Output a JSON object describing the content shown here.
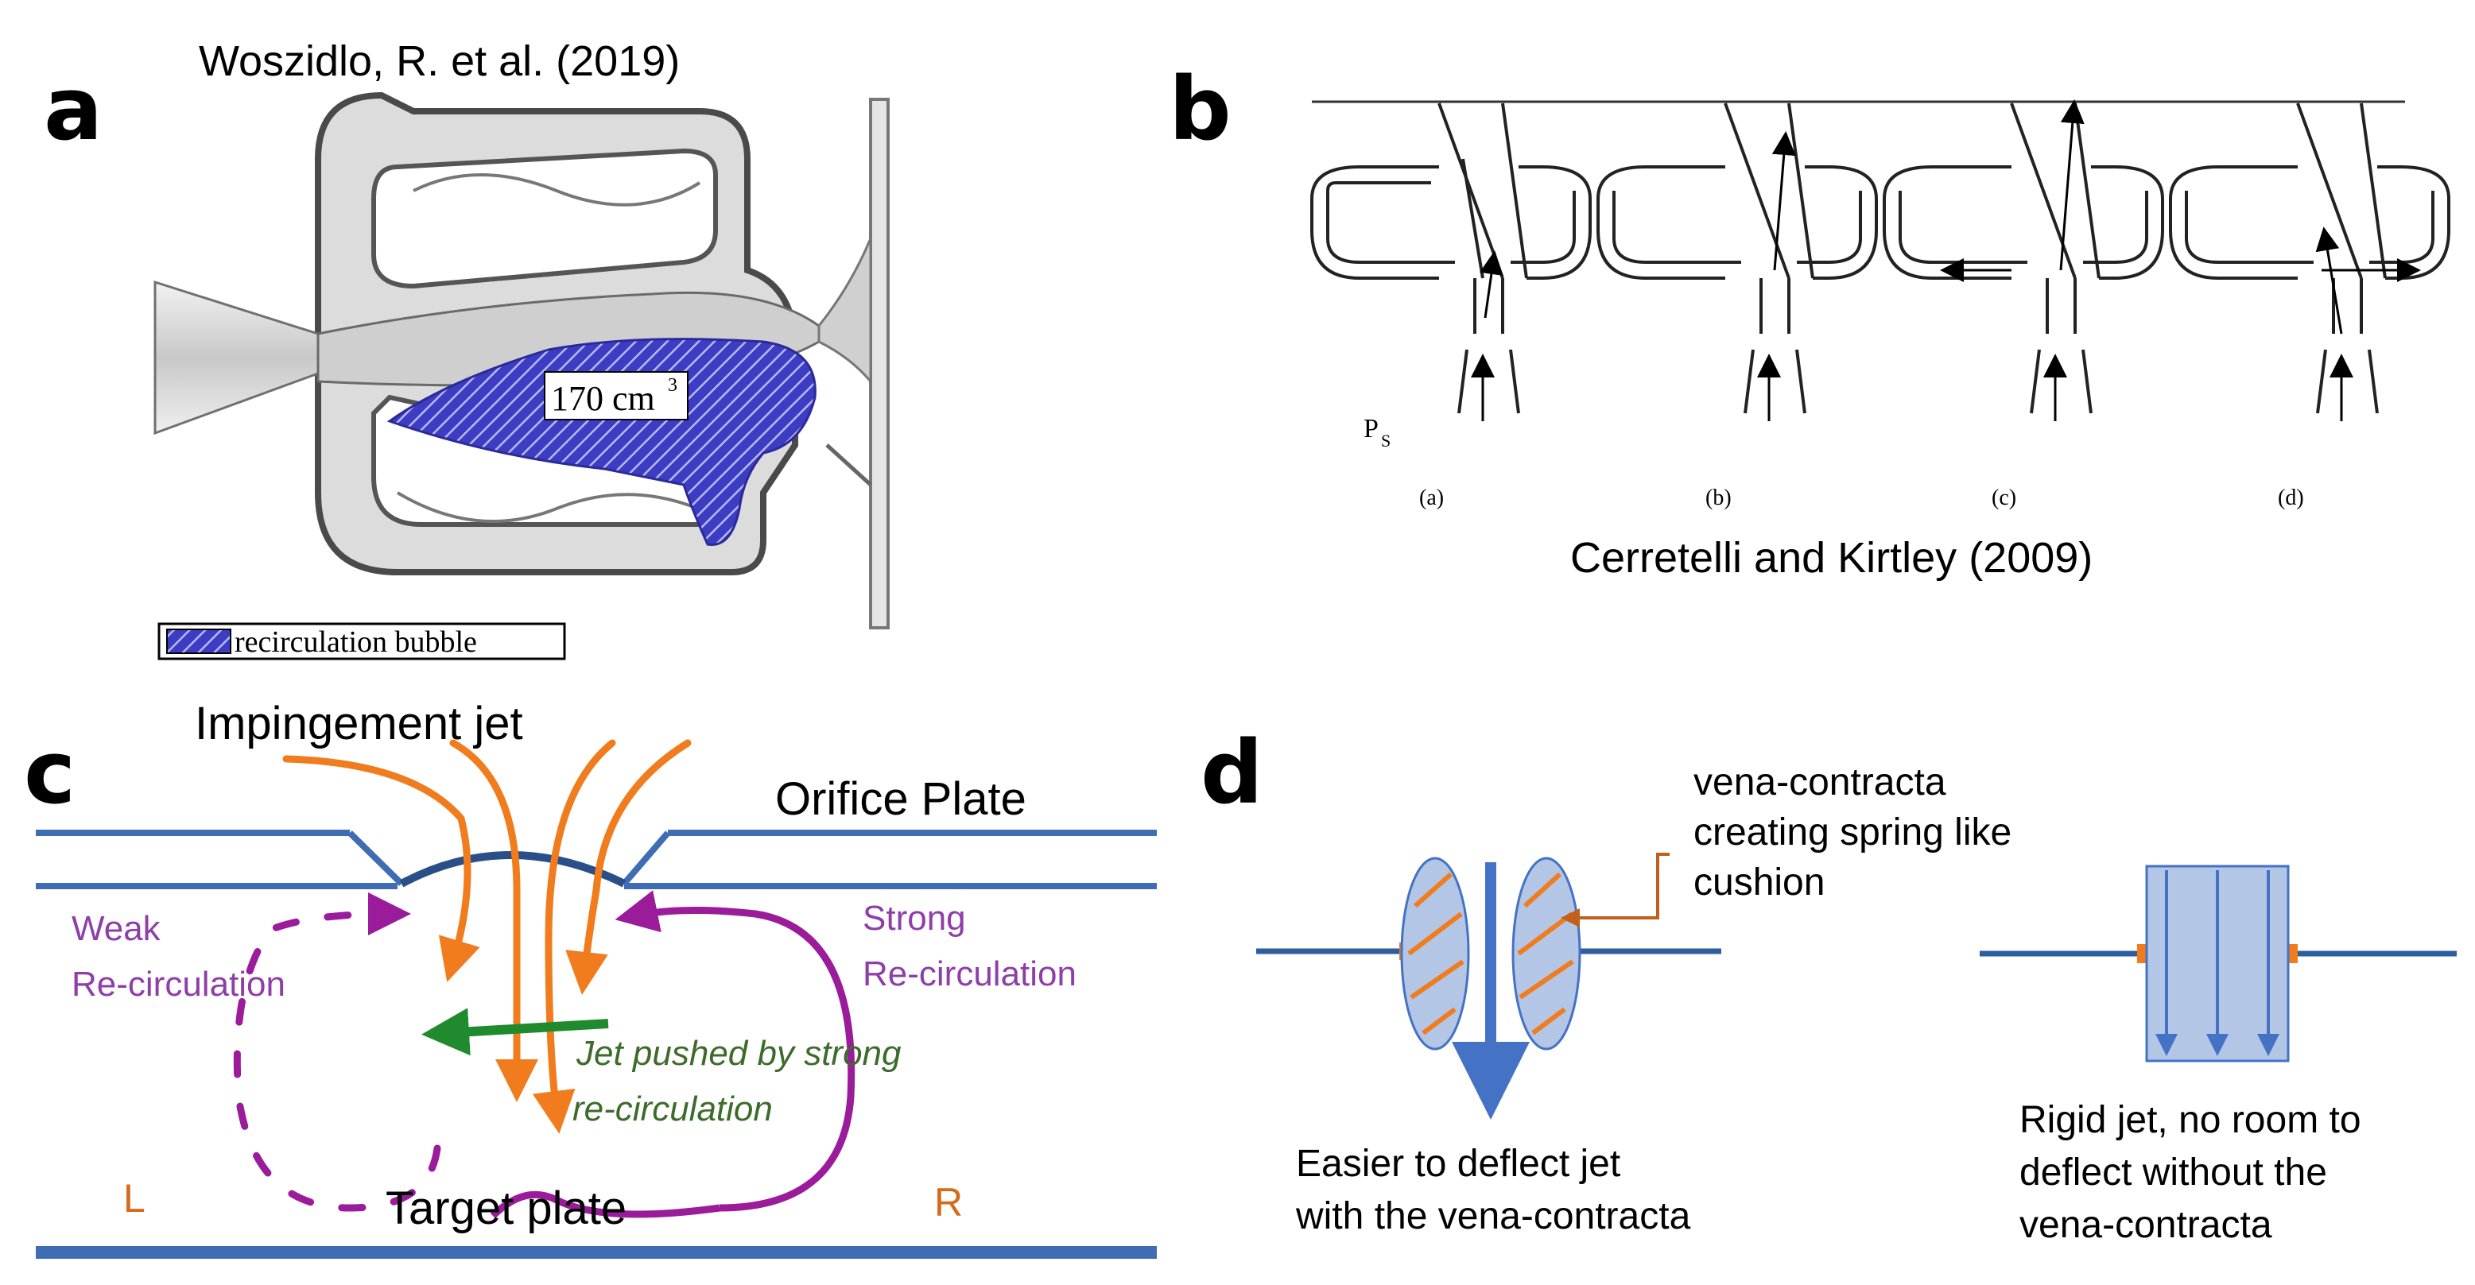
{
  "panels": {
    "a": {
      "letter": "a",
      "citation": "Woszidlo, R. et al. (2019)",
      "volume_label": "170 cm",
      "volume_exponent": "3",
      "legend_label": "recirculation bubble",
      "colors": {
        "bubble": "#3d3dc4",
        "hatch": "#9a9ae8",
        "flow_gray": "#8c8c8c"
      }
    },
    "b": {
      "letter": "b",
      "pressure_label": "P",
      "pressure_subscript": "S",
      "subfigure_labels": [
        "(a)",
        "(b)",
        "(c)",
        "(d)"
      ],
      "citation": "Cerretelli and Kirtley (2009)"
    },
    "c": {
      "letter": "c",
      "title": "Impingement jet",
      "orifice_label": "Orifice Plate",
      "weak_label_line1": "Weak",
      "weak_label_line2": "Re-circulation",
      "strong_label_line1": "Strong",
      "strong_label_line2": "Re-circulation",
      "push_label_line1": "Jet pushed by strong",
      "push_label_line2": "re-circulation",
      "target_label": "Target plate",
      "left_label": "L",
      "right_label": "R",
      "colors": {
        "plate": "#3f6db3",
        "jet": "#f07c1e",
        "recirc": "#9b1c9b",
        "push": "#1f8a2e",
        "push_text": "#3d6b2a",
        "recirc_text": "#8e3ea8",
        "side_text": "#d46a1a"
      }
    },
    "d": {
      "letter": "d",
      "vc_label_line1": "vena-contracta",
      "vc_label_line2": "creating spring like",
      "vc_label_line3": "cushion",
      "left_caption_line1": "Easier to deflect jet",
      "left_caption_line2": "with the vena-contracta",
      "right_caption_line1": "Rigid jet, no room to",
      "right_caption_line2": "deflect without the",
      "right_caption_line3": "vena-contracta",
      "colors": {
        "fill": "#b3c6e6",
        "arrow": "#4472c4",
        "plate": "#2e5e9e",
        "accent": "#f07c1e",
        "leader": "#c0601a"
      }
    }
  }
}
